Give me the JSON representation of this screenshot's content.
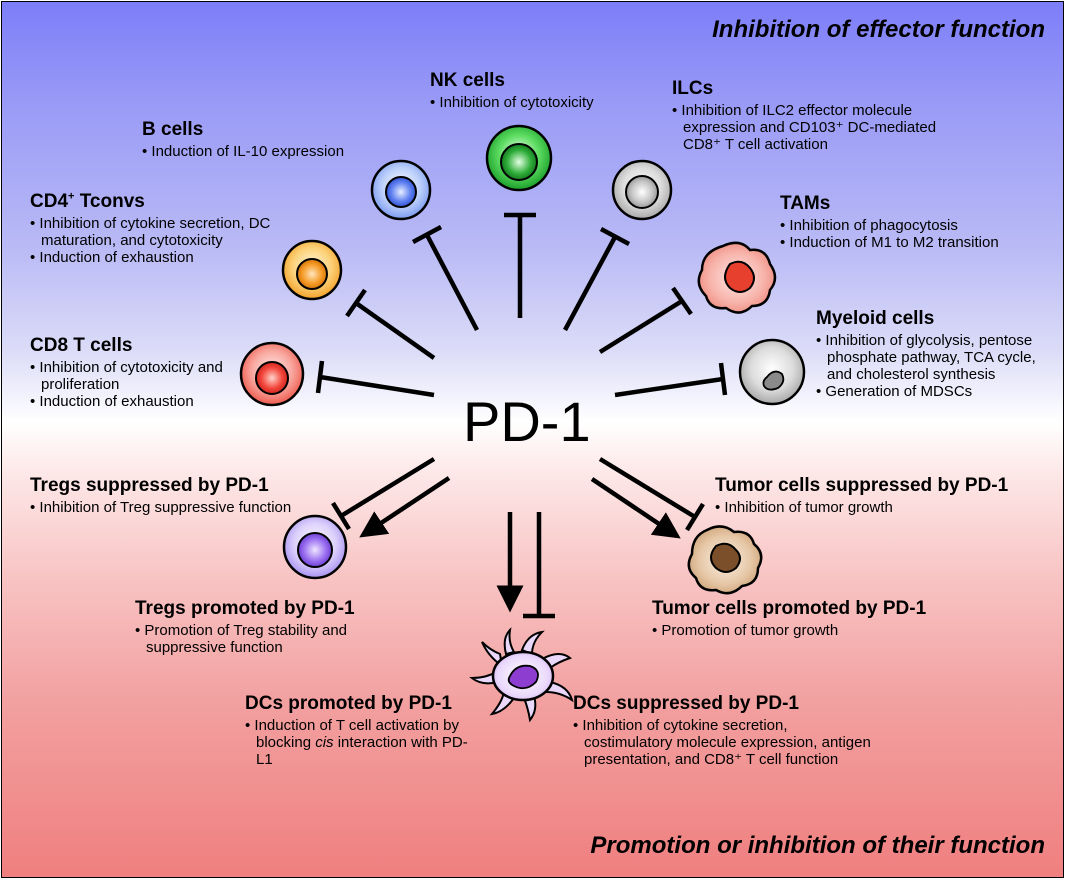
{
  "header_title": "Inhibition of effector function",
  "footer_title": "Promotion or inhibition of their function",
  "center_label": "PD-1",
  "cells": {
    "nk": {
      "title": "NK cells",
      "bullets": [
        "Inhibition of cytotoxicity"
      ]
    },
    "ilc": {
      "title": "ILCs",
      "bullets": [
        "Inhibition of ILC2 effector molecule expression and CD103⁺ DC-mediated CD8⁺ T cell activation"
      ]
    },
    "b": {
      "title": "B cells",
      "bullets": [
        "Induction of IL-10 expression"
      ]
    },
    "cd4": {
      "title_main": "CD4",
      "title_sup": "+",
      "title_rest": " Tconvs",
      "bullets": [
        "Inhibition of cytokine secretion, DC maturation, and cytotoxicity",
        "Induction of exhaustion"
      ]
    },
    "tam": {
      "title": "TAMs",
      "bullets": [
        "Inhibition of phagocytosis",
        "Induction of M1 to M2 transition"
      ]
    },
    "myeloid": {
      "title": "Myeloid cells",
      "bullets": [
        "Inhibition of glycolysis, pentose phosphate pathway, TCA cycle, and cholesterol synthesis",
        "Generation of MDSCs"
      ]
    },
    "cd8": {
      "title": "CD8 T cells",
      "bullets": [
        "Inhibition of cytotoxicity and proliferation",
        "Induction of exhaustion"
      ]
    },
    "treg_sup": {
      "title": "Tregs suppressed by PD-1",
      "bullets": [
        "Inhibition of Treg suppressive function"
      ]
    },
    "tumor_sup": {
      "title": "Tumor cells suppressed by PD-1",
      "bullets": [
        "Inhibition of tumor growth"
      ]
    },
    "treg_pro": {
      "title": "Tregs promoted by PD-1",
      "bullets": [
        "Promotion of Treg stability and suppressive function"
      ]
    },
    "tumor_pro": {
      "title": "Tumor cells promoted by PD-1",
      "bullets": [
        "Promotion of tumor growth"
      ]
    },
    "dc_pro": {
      "title": "DCs promoted by PD-1",
      "bullet_before": "Induction of T cell activation by blocking ",
      "bullet_italic": "cis",
      "bullet_after": " interaction with PD-L1"
    },
    "dc_sup": {
      "title": "DCs suppressed by PD-1",
      "bullets": [
        "Inhibition of cytokine secretion, costimulatory molecule expression, antigen presentation, and CD8⁺ T cell function"
      ]
    }
  },
  "colors": {
    "top_gradient": "#7d7ef8",
    "bottom_gradient": "#f07f7f",
    "nk": "#2fbf3a",
    "b": "#6f8ff0",
    "ilc": "#b5b5b5",
    "cd4": "#f6a736",
    "tam": "#e6453a",
    "myeloid": "#b8b8b8",
    "cd8": "#ef4a3c",
    "treg": "#9b7ef2",
    "tumor": "#9a6a3f",
    "dc": "#9a56d6"
  }
}
